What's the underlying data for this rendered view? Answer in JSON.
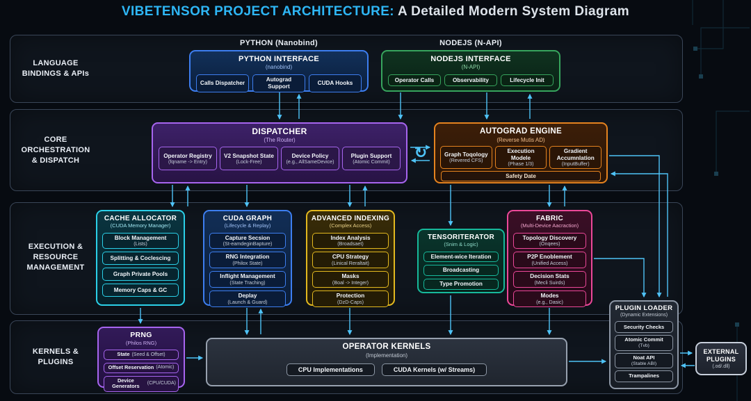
{
  "title": {
    "highlight": "VIBETENSOR PROJECT ARCHITECTURE:",
    "rest": " A Detailed Modern System Diagram"
  },
  "bands": {
    "b1": {
      "label": "LANGUAGE\nBINDINGS & APIs"
    },
    "b2": {
      "label": "CORE\nORCHESTRATION\n& DISPATCH"
    },
    "b3": {
      "label": "EXECUTION &\nRESOURCE\nMANAGEMENT"
    },
    "b4": {
      "label": "KERNELS &\nPLUGINS"
    }
  },
  "headers": {
    "python": "PYTHON (Nanobind)",
    "nodejs": "NODEJS (N-API)"
  },
  "icons": {
    "sync_loop": "↻"
  },
  "boxes": {
    "python": {
      "title": "PYTHON INTERFACE",
      "subtitle": "(nanobind)",
      "chips": [
        {
          "t": "Calls Dispatcher"
        },
        {
          "t": "Autograd Support"
        },
        {
          "t": "CUDA Hooks"
        }
      ]
    },
    "nodejs": {
      "title": "NODEJS INTERFACE",
      "subtitle": "(N-API)",
      "chips": [
        {
          "t": "Operator Calls"
        },
        {
          "t": "Observability"
        },
        {
          "t": "Lifecycle Init"
        }
      ]
    },
    "dispatcher": {
      "title": "DISPATCHER",
      "subtitle": "(The Router)",
      "chips": [
        {
          "t": "Operator Registry",
          "s": "(fqname -> Entry)"
        },
        {
          "t": "V2 Snapshot State",
          "s": "(Lock-Free)"
        },
        {
          "t": "Device Policy",
          "s": "(e.g., AllSameDevice)"
        },
        {
          "t": "Plugin Support",
          "s": "(Atomic Commit)"
        }
      ]
    },
    "autograd": {
      "title": "AUTOGRAD ENGINE",
      "subtitle": "(Reverse Mutis AD)",
      "chips": [
        {
          "t": "Graph Toqology",
          "s": "(Revered CFS)"
        },
        {
          "t": "Execution Modele",
          "s": "(Phase 1/3)"
        },
        {
          "t": "Gradient Accumnlation",
          "s": "(InputBuffer)"
        }
      ],
      "wide_chip": "Safety Date"
    },
    "cache": {
      "title": "CACHE ALLOCATOR",
      "subtitle": "(CUDA Memory Manager)",
      "chips": [
        {
          "t": "Block Management",
          "s": "(Lists)"
        },
        {
          "t": "Splitting & Coclescing"
        },
        {
          "t": "Graph Private Pools"
        },
        {
          "t": "Memory Caps & GC"
        }
      ]
    },
    "cudagraph": {
      "title": "CUDA GRAPH",
      "subtitle": "(Lifecycle & Replay)",
      "chips": [
        {
          "t": "Capture Secsion",
          "s": "(St-eamdeginBapture)"
        },
        {
          "t": "RNG Integration",
          "s": "(Philox State)"
        },
        {
          "t": "Inflight Management",
          "s": "(State Traching)"
        },
        {
          "t": "Deplay",
          "s": "(Launch & Guard)"
        }
      ]
    },
    "indexing": {
      "title": "ADVANCED INDEXING",
      "subtitle": "(Complex Access)",
      "chips": [
        {
          "t": "Index Analysis",
          "s": "(Broadsaet)"
        },
        {
          "t": "CPU Strategy",
          "s": "(Linical Reraltait)"
        },
        {
          "t": "Masks",
          "s": "(Boal -> Integer)"
        },
        {
          "t": "Protection",
          "s": "(DzD-Caps)"
        }
      ]
    },
    "tensoriterator": {
      "title": "TENSORITERATOR",
      "subtitle": "(Snim & Logic)",
      "chips": [
        {
          "t": "Element-wice Iteration"
        },
        {
          "t": "Broadcasting"
        },
        {
          "t": "Type Promotion"
        }
      ]
    },
    "fabric": {
      "title": "FABRIC",
      "subtitle": "(Multi-Device Aacraction)",
      "chips": [
        {
          "t": "Topology Discovery",
          "s": "(Onqees)"
        },
        {
          "t": "P2P Enoblement",
          "s": "(Unified Access)"
        },
        {
          "t": "Decision Stats",
          "s": "(Mecli Suirds)"
        },
        {
          "t": "Modes",
          "s": "(e.g., Dasic)"
        }
      ]
    },
    "prng": {
      "title": "PRNG",
      "subtitle": "(Philos RNG)",
      "chips": [
        {
          "t": "State",
          "s": "(Seed & Offset)"
        },
        {
          "t": "Offset Reservation",
          "s": "(Atomic)"
        },
        {
          "t": "Device Generators",
          "s": "(CPU/CUDA)"
        }
      ]
    },
    "kernels": {
      "title": "OPERATOR KERNELS",
      "subtitle": "(Implementation)",
      "chips": [
        {
          "t": "CPU Implementations"
        },
        {
          "t": "CUDA Kernels (w/ Streams)"
        }
      ]
    },
    "loader": {
      "title": "PLUGIN LOADER",
      "subtitle": "(Dynamic Extensions)",
      "chips": [
        {
          "t": "Security Checks"
        },
        {
          "t": "Atomic Commit",
          "s": "(Tvb)"
        },
        {
          "t": "Noat API",
          "s": "(Stable ABI)"
        },
        {
          "t": "Trampalines"
        }
      ]
    },
    "external": {
      "title": "EXTERNAL PLUGINS",
      "subtitle": "(.od/.dll)"
    }
  },
  "colors": {
    "title_accent": "#2eb6f5",
    "python": "#3d7ef0",
    "nodejs": "#37a55d",
    "dispatcher": "#a765ef",
    "autograd": "#e5831f",
    "cache_allocator": "#2bd0e8",
    "cuda_graph": "#3d7ef0",
    "advanced_indexing": "#e3b91f",
    "tensoriterator": "#17b99b",
    "fabric": "#ec4899",
    "prng": "#a765ef",
    "operator_kernels": "#97a1af",
    "plugin_loader": "#8d97a5",
    "external_plugins": "#c7cfdb",
    "arrow": "#4fc3f7"
  }
}
